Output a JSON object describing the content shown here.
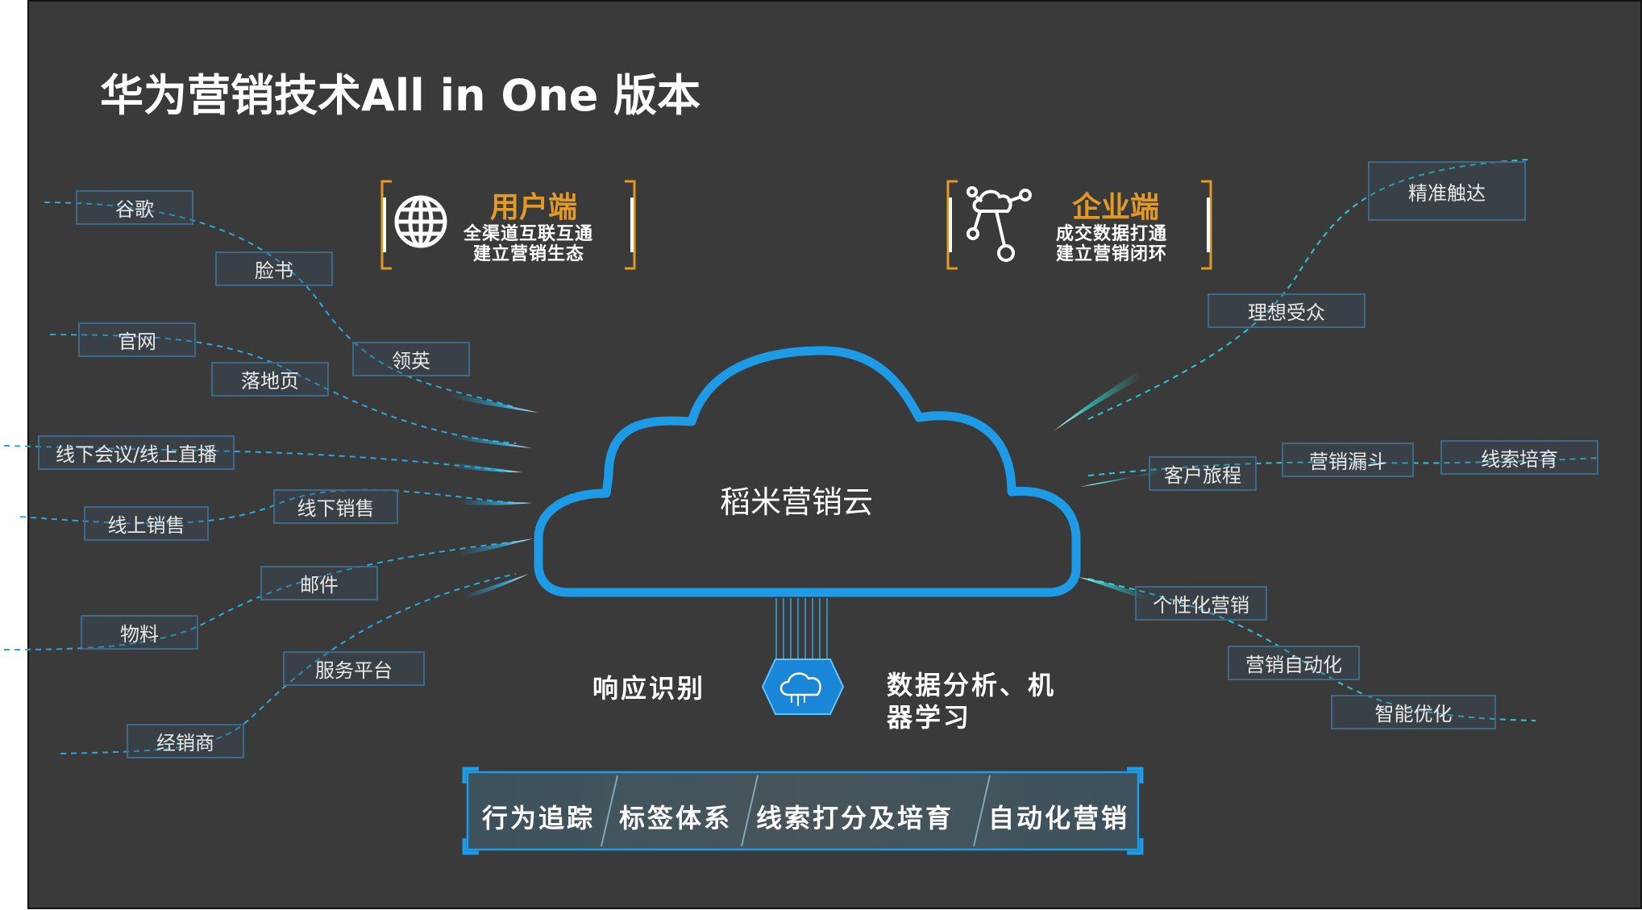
{
  "title": "华为营销技术All in One 版本",
  "user_side": {
    "heading": "用户端",
    "line1": "全渠道互联互通",
    "line2": "建立营销生态"
  },
  "enterprise_side": {
    "heading": "企业端",
    "line1": "成交数据打通",
    "line2": "建立营销闭环"
  },
  "cloud_label": "稻米营销云",
  "left_channels": [
    "谷歌",
    "脸书",
    "官网",
    "领英",
    "落地页",
    "线下会议/线上直播",
    "线下销售",
    "线上销售",
    "邮件",
    "物料",
    "服务平台",
    "经销商"
  ],
  "right_outputs": [
    "精准触达",
    "理想受众",
    "客户旅程",
    "营销漏斗",
    "线索培育",
    "个性化营销",
    "营销自动化",
    "智能优化"
  ],
  "center_left_text": "响应识别",
  "center_right_text": "数据分析、机器学习",
  "bottom_bar": [
    "行为追踪",
    "标签体系",
    "线索打分及培育",
    "自动化营销"
  ],
  "colors": {
    "background": "#3a3a3a",
    "accent_blue": "#1e9be6",
    "cyan": "#27c6dc",
    "orange": "#e39a25"
  },
  "icons": {
    "user_side": "globe-icon",
    "enterprise_side": "network-icon",
    "center": "cloud-chip-icon"
  }
}
